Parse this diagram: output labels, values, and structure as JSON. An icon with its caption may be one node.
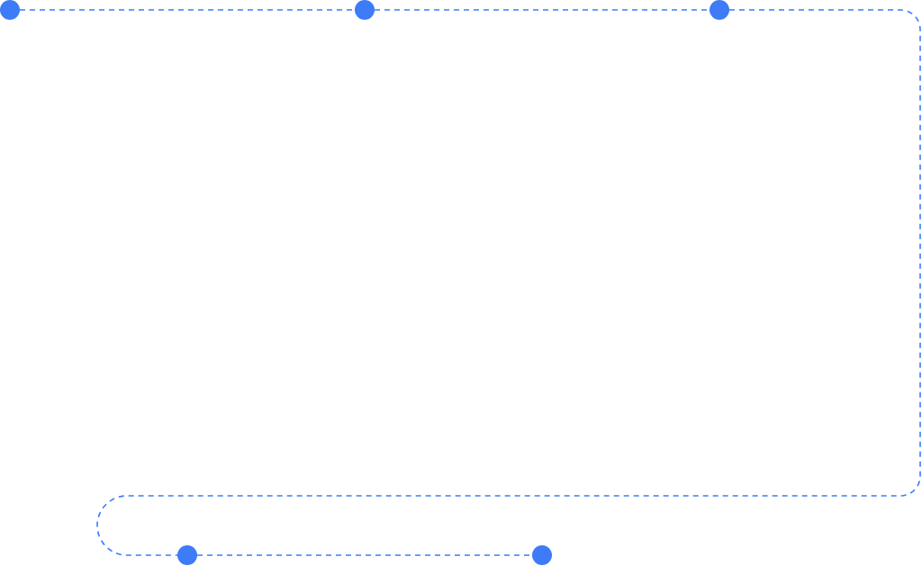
{
  "diagram": {
    "nodes": [
      {
        "text": [],
        "shape": "circle"
      },
      {
        "text": [],
        "shape": "circle"
      },
      {
        "text": [],
        "shape": "circle"
      },
      {
        "text": [],
        "shape": "circle"
      },
      {
        "text": [],
        "shape": "circle"
      }
    ],
    "edges": [
      {
        "from": 0,
        "to": 1,
        "arrow": "none",
        "style": "dashed"
      },
      {
        "from": 1,
        "to": 2,
        "arrow": "none",
        "style": "dashed"
      },
      {
        "from": 2,
        "to": 3,
        "arrow": "none",
        "style": "dashed"
      },
      {
        "from": 3,
        "to": 4,
        "arrow": "none",
        "style": "dashed"
      }
    ]
  }
}
